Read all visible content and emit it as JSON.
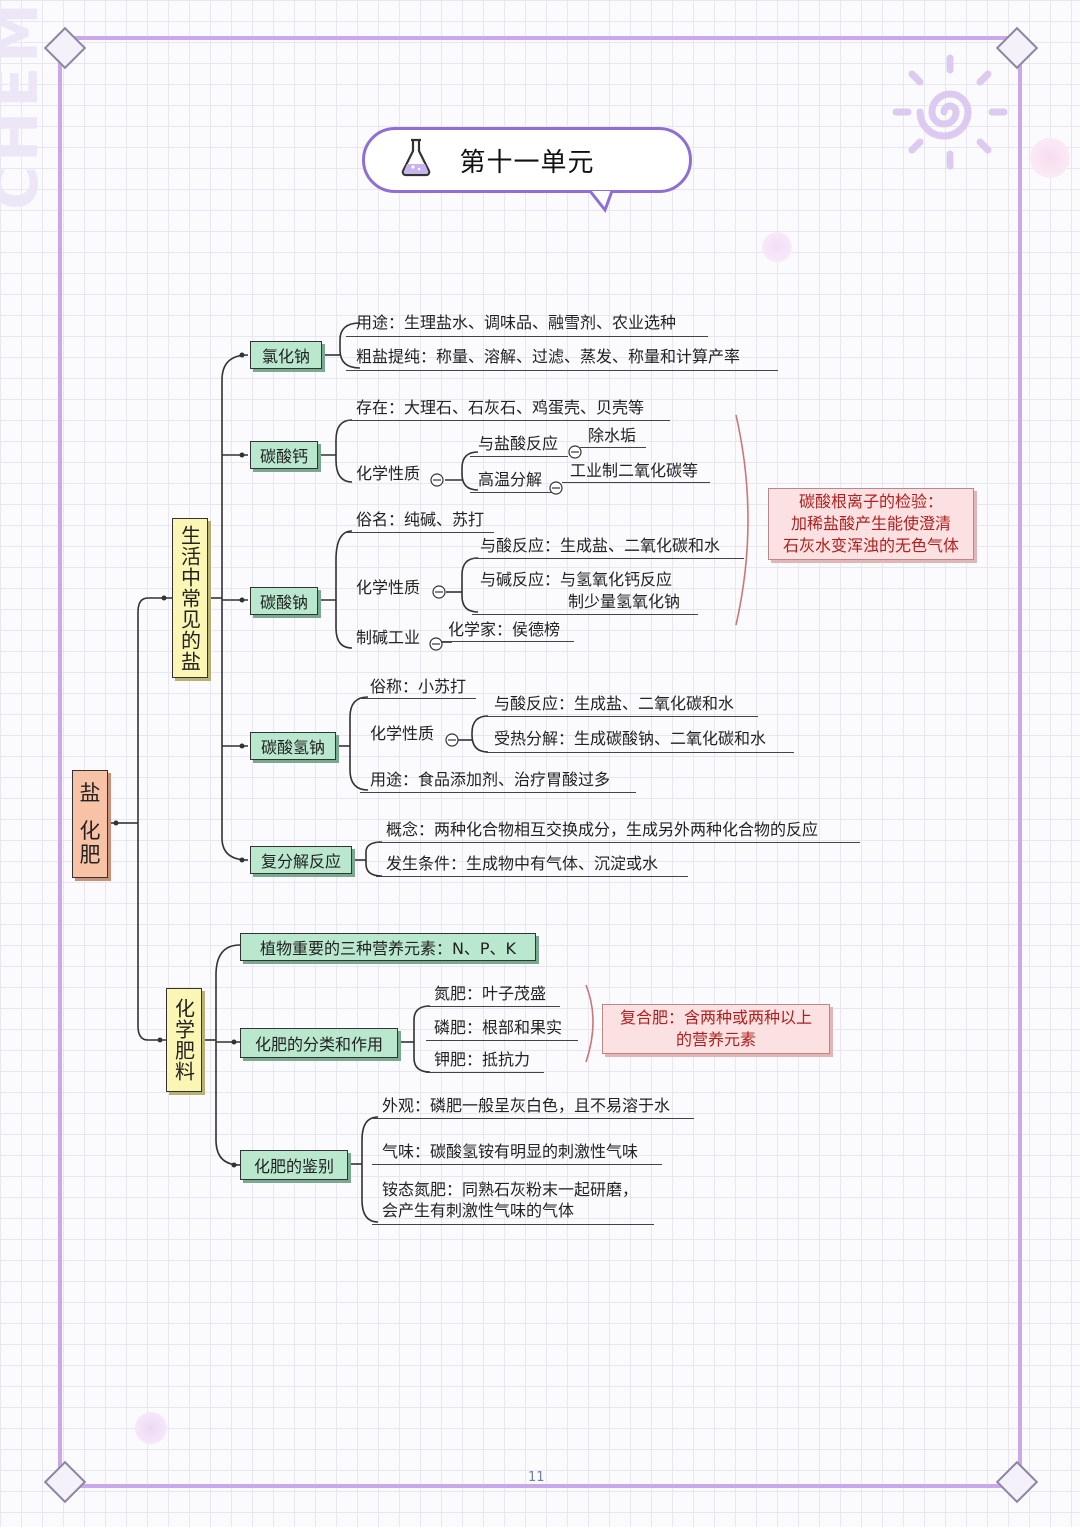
{
  "watermark": "CHEMISTRY",
  "title": "第十一单元",
  "page_number": "11",
  "root": "盐 化肥",
  "root_chars": [
    "盐",
    "化",
    "肥"
  ],
  "branches": {
    "salts": "生活中常见的盐",
    "fertilizer": "化学肥料"
  },
  "nacl": {
    "label": "氯化钠",
    "use": "用途：生理盐水、调味品、融雪剂、农业选种",
    "purify": "粗盐提纯：称量、溶解、过滤、蒸发、称量和计算产率"
  },
  "caco3": {
    "label": "碳酸钙",
    "exist": "存在：大理石、石灰石、鸡蛋壳、贝壳等",
    "chem": "化学性质",
    "acid": "与盐酸反应",
    "acid_use": "除水垢",
    "heat": "高温分解",
    "heat_use": "工业制二氧化碳等"
  },
  "na2co3": {
    "label": "碳酸钠",
    "alias": "俗名：纯碱、苏打",
    "chem": "化学性质",
    "acid": "与酸反应：生成盐、二氧化碳和水",
    "base1": "与碱反应：与氢氧化钙反应",
    "base2": "制少量氢氧化钠",
    "industry": "制碱工业",
    "chemist": "化学家：侯德榜"
  },
  "carbonate_test": {
    "line1": "碳酸根离子的检验：",
    "line2": "加稀盐酸产生能使澄清",
    "line3": "石灰水变浑浊的无色气体"
  },
  "nahco3": {
    "label": "碳酸氢钠",
    "alias": "俗称：小苏打",
    "chem": "化学性质",
    "acid": "与酸反应：生成盐、二氧化碳和水",
    "heat": "受热分解：生成碳酸钠、二氧化碳和水",
    "use": "用途：食品添加剂、治疗胃酸过多"
  },
  "double": {
    "label": "复分解反应",
    "concept": "概念：两种化合物相互交换成分，生成另外两种化合物的反应",
    "condition": "发生条件：生成物中有气体、沉淀或水"
  },
  "nutrients": "植物重要的三种营养元素：N、P、K",
  "classify": {
    "label": "化肥的分类和作用",
    "n": "氮肥：叶子茂盛",
    "p": "磷肥：根部和果实",
    "k": "钾肥：抵抗力"
  },
  "compound": {
    "line1": "复合肥：含两种或两种以上",
    "line2": "的营养元素"
  },
  "identify": {
    "label": "化肥的鉴别",
    "look": "外观：磷肥一般呈灰白色，且不易溶于水",
    "smell": "气味：碳酸氢铵有明显的刺激性气味",
    "ammonium1": "铵态氮肥：同熟石灰粉末一起研磨，",
    "ammonium2": "会产生有刺激性气味的气体"
  },
  "colors": {
    "frame": "#c9a9ea",
    "title_border": "#8f6fd6",
    "green_box": "#b9e8cf",
    "yellow_box": "#fcf6b4",
    "pink_box": "#fbe1e1",
    "pink_text": "#b02020"
  },
  "icons": [
    "flask-icon",
    "sun-doodle-icon"
  ]
}
